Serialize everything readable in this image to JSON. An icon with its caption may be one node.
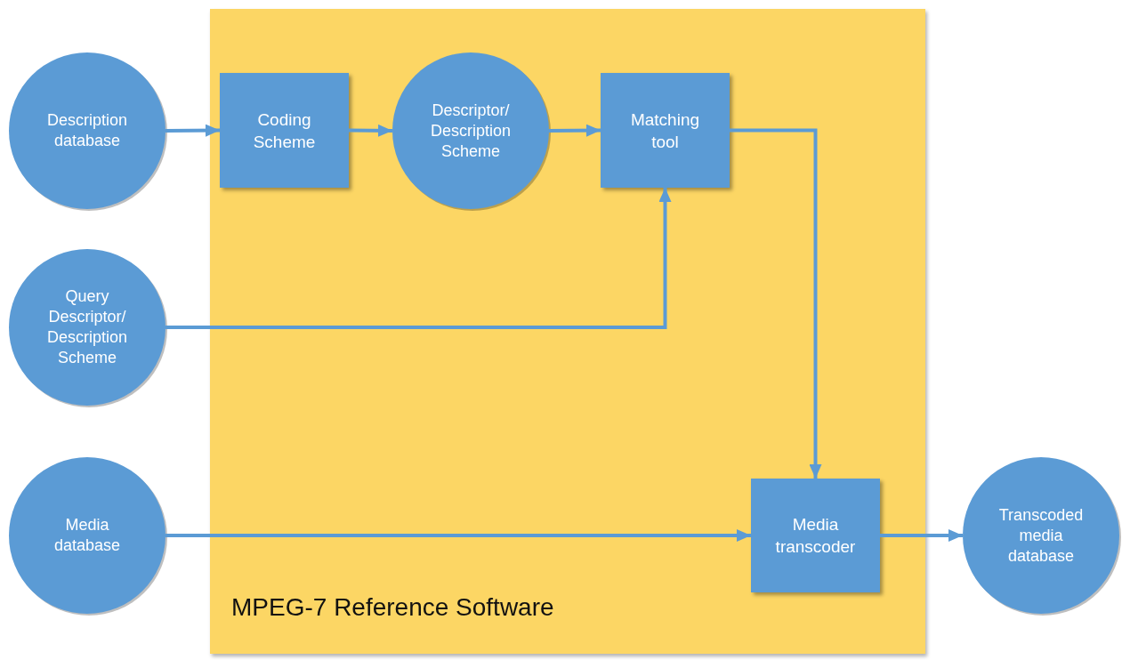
{
  "diagram": {
    "nodes": [
      {
        "text": [
          "MPEG-7 Reference Software"
        ]
      },
      {
        "text": [
          "Description database"
        ]
      },
      {
        "text": [
          "Coding Scheme"
        ],
        "in": 0
      },
      {
        "text": [
          "Descriptor/ Description Scheme"
        ],
        "in": 0
      },
      {
        "text": [
          "Matching tool"
        ],
        "in": 0
      },
      {
        "text": [
          "Query Descriptor/ Description Scheme"
        ]
      },
      {
        "text": [
          "Media database"
        ]
      },
      {
        "text": [
          "Media transcoder"
        ],
        "in": 0
      },
      {
        "text": [
          "Transcoded media database"
        ]
      }
    ],
    "edges": [
      {
        "from": 1,
        "to": 2,
        "arrow": "to"
      },
      {
        "from": 2,
        "to": 3,
        "arrow": "to"
      },
      {
        "from": 3,
        "to": 4,
        "arrow": "to"
      },
      {
        "from": 5,
        "to": 4,
        "arrow": "to"
      },
      {
        "from": 4,
        "to": 7,
        "arrow": "to"
      },
      {
        "from": 6,
        "to": 7,
        "arrow": "to"
      },
      {
        "from": 7,
        "to": 8,
        "arrow": "to"
      }
    ]
  }
}
